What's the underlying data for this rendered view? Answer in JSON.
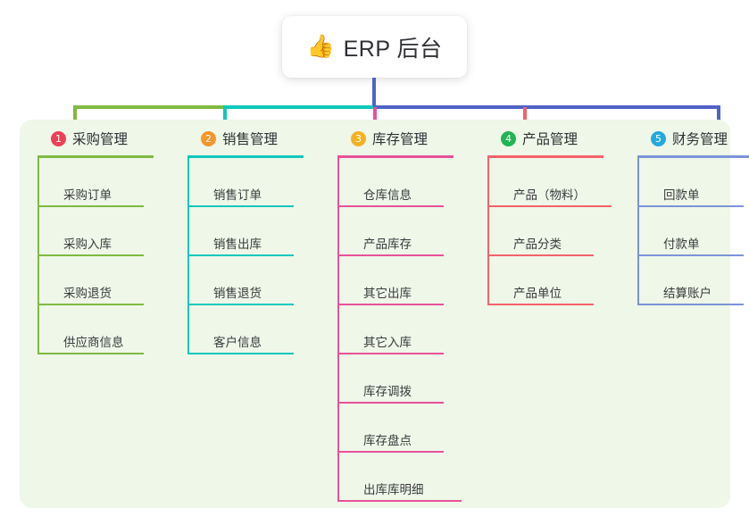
{
  "title": {
    "emoji": "👍",
    "emoji_name": "thumbs-up-emoji",
    "text": "ERP 后台"
  },
  "colors": {
    "panel_background": "#eef7e8",
    "page_background": "#ffffff",
    "stem": "#4f62c6",
    "bar_green": "#7fba41",
    "bar_teal": "#0fc8bc",
    "bar_blue": "#4f62c6",
    "drop_pink": "#e8519a",
    "drop_red": "#f4626a"
  },
  "columns": [
    {
      "number": "1",
      "title": "采购管理",
      "badge_color": "#ee3f56",
      "line_color": "#7fba41",
      "items": [
        {
          "label": "采购订单"
        },
        {
          "label": "采购入库"
        },
        {
          "label": "采购退货"
        },
        {
          "label": "供应商信息"
        }
      ]
    },
    {
      "number": "2",
      "title": "销售管理",
      "badge_color": "#f08ب",
      "line_color": "#0fc8bc",
      "items": [
        {
          "label": "销售订单"
        },
        {
          "label": "销售出库"
        },
        {
          "label": "销售退货"
        },
        {
          "label": "客户信息"
        }
      ]
    },
    {
      "number": "3",
      "title": "库存管理",
      "badge_color": "#f4b223",
      "line_color": "#e8519a",
      "items": [
        {
          "label": "仓库信息"
        },
        {
          "label": "产品库存"
        },
        {
          "label": "其它出库"
        },
        {
          "label": "其它入库"
        },
        {
          "label": "库存调拨"
        },
        {
          "label": "库存盘点"
        },
        {
          "label": "出库库明细"
        }
      ]
    },
    {
      "number": "4",
      "title": "产品管理",
      "badge_color": "#1fb455",
      "line_color": "#f4626a",
      "items": [
        {
          "label": "产品（物料）"
        },
        {
          "label": "产品分类"
        },
        {
          "label": "产品单位"
        }
      ]
    },
    {
      "number": "5",
      "title": "财务管理",
      "badge_color": "#24a8e0",
      "line_color": "#7b94d8",
      "items": [
        {
          "label": "回款单"
        },
        {
          "label": "付款单"
        },
        {
          "label": "结算账户"
        }
      ]
    }
  ]
}
